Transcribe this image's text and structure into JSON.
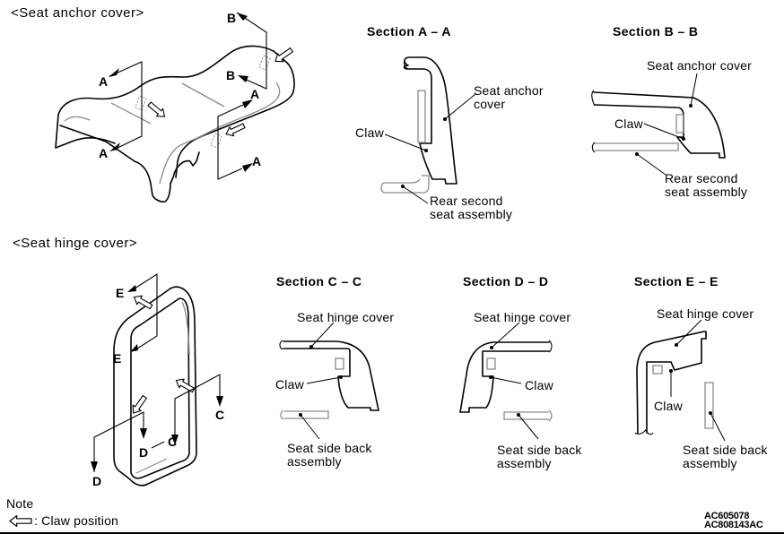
{
  "anchor_cover": {
    "title": "<Seat anchor cover>",
    "letters": {
      "a1": "A",
      "a2": "A",
      "a3": "A",
      "a4": "A",
      "b1": "B",
      "b2": "B"
    }
  },
  "hinge_cover": {
    "title": "<Seat hinge cover>",
    "letters": {
      "e1": "E",
      "e2": "E",
      "c1": "C",
      "c2": "C",
      "d1": "D",
      "d2": "D"
    }
  },
  "sections": {
    "aa": {
      "title": "Section A – A",
      "part_line1": "Seat anchor",
      "part_line2": "cover",
      "claw": "Claw",
      "assy_line1": "Rear second",
      "assy_line2": "seat assembly"
    },
    "bb": {
      "title": "Section B – B",
      "part": "Seat anchor cover",
      "claw": "Claw",
      "assy_line1": "Rear second",
      "assy_line2": "seat assembly"
    },
    "cc": {
      "title": "Section C – C",
      "part": "Seat hinge cover",
      "claw": "Claw",
      "assy_line1": "Seat side back",
      "assy_line2": "assembly"
    },
    "dd": {
      "title": "Section D – D",
      "part": "Seat hinge cover",
      "claw": "Claw",
      "assy_line1": "Seat side back",
      "assy_line2": "assembly"
    },
    "ee": {
      "title": "Section E – E",
      "part": "Seat hinge cover",
      "claw": "Claw",
      "assy_line1": "Seat side back",
      "assy_line2": "assembly"
    }
  },
  "note": {
    "title": "Note",
    "legend_icon": "hollow-arrow-icon",
    "legend_text": ": Claw position"
  },
  "codes": [
    "AC605078",
    "AC808143AC"
  ]
}
